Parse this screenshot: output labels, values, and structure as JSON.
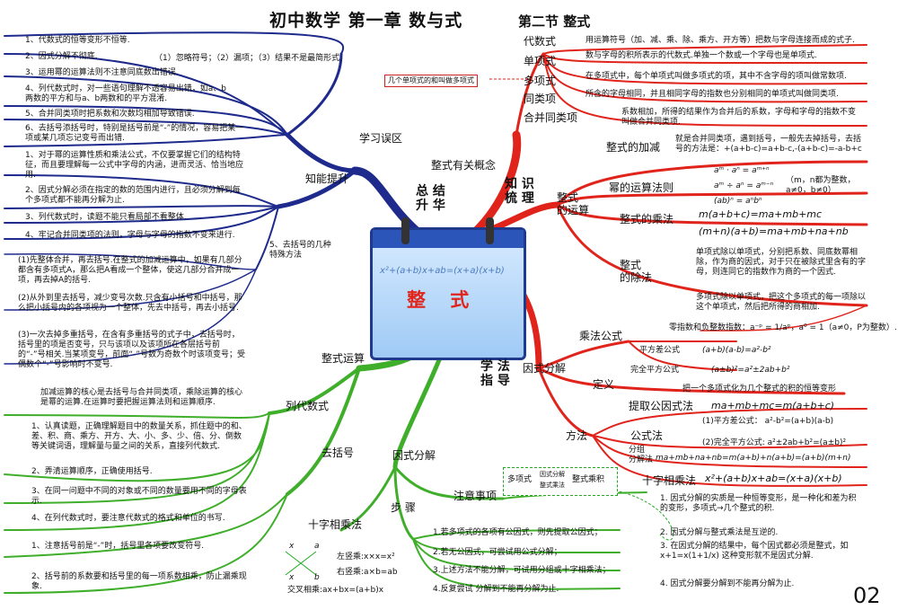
{
  "title": {
    "main": "初中数学   第一章   数与式",
    "sub": "第二节   整式"
  },
  "page_number": "02",
  "center": {
    "label": "整   式",
    "formula": "x²+(a+b)x+ab=(x+a)(x+b)"
  },
  "hubs": {
    "summary": "总 结\n升 华",
    "knowledge": "知 识\n梳 理",
    "method": "学 法\n指 导"
  },
  "colors": {
    "blue": "#1e2a8c",
    "red": "#e0241c",
    "green": "#3fae2a",
    "box_green": "#2a2"
  },
  "blue": {
    "study_errors": "学习误区",
    "errors": [
      "1、代数式的恒等变形不恒等.",
      "2、因式分解不彻底.",
      "（1）忽略符号；（2）漏项；（3）结果不是最简形式.",
      "3、运用幂的运算法则不注意同底数出错误.",
      "4、列代数式时，对一些语句理解不透容易出错，如a、b两数的平方和与a、b两数和的平方混淆.",
      "5、合并同类项时把系数和次数均相加导致错误.",
      "6、去括号添括号时，特别是括号前是“-”的情况，容易把某一项或某几项忘记变号而出错."
    ],
    "ability": "知能提升",
    "ability_items": [
      "1、对于幂的运算性质和乘法公式，不仅要掌握它们的结构特征，而且要理解每一公式中字母的内涵，进而灵活、恰当地应用.",
      "2、因式分解必须在指定的数的范围内进行，且必须分解到每个多项式都不能再分解为止.",
      "3、列代数式时，读题不能只看局部不看整体.",
      "4、牢记合并同类项的法则，字母与字母的指数不变来进行."
    ],
    "bracket_methods": "5、去括号的几种特殊方法",
    "bracket_items": [
      "(1)先整体合并，再去括号.在整式的加减运算中，如果有几部分都含有多项式A，那么把A看成一个整体，使这几部分合并成一项，再去掉A的括号.",
      "(2)从外到里去括号，减少变号次数.只含有小括号和中括号，那么把小括号内的各项视为一个整体，先去中括号，再去小括号.",
      "(3)一次去掉多重括号，在含有多重括号的式子中，去括号时，括号里的项是否变号，只与该项以及该项所在各层括号前的“-”号相关.当某项变号，前面“-”号数为奇数个时该项变号；受偶数个“-”号影响时不变号."
    ]
  },
  "red": {
    "concepts_title": "整式有关概念",
    "concepts": [
      {
        "name": "代数式",
        "desc": "用运算符号（加、减、乘、除、乘方、开方等）把数与字母连接而成的式子."
      },
      {
        "name": "单项式",
        "desc": "数与字母的积所表示的代数式.单独一个数或一个字母也是单项式."
      },
      {
        "name": "多项式",
        "desc": "在多项式中，每个单项式叫做多项式的项，其中不含字母的项叫做常数项."
      },
      {
        "name": "同类项",
        "desc": "所含的字母相同，并且相同字母的指数也分别相同的单项式叫做同类项."
      },
      {
        "name": "合并同类项",
        "desc": "系数相加，所得的结果作为合并后的系数，字母和字母的指数不变叫做合并同类项."
      }
    ],
    "note_box": "几个单项式的和叫做多项式",
    "ops_title": "整式\n的运算",
    "add_sub": "整式的加减",
    "add_sub_desc": "就是合并同类项，遇到括号，一般先去掉括号，去括号的方法是：+(a+b-c)=a+b-c,-(a+b-c)=-a-b+c",
    "power": "幂的运算法则",
    "power_rules": [
      "aᵐ · aⁿ = aᵐ⁺ⁿ",
      "aᵐ ÷ aⁿ = aᵐ⁻ⁿ",
      "(ab)ⁿ = aⁿbⁿ"
    ],
    "power_note": "（m，n都为整数，a≠0，b≠0）",
    "mult": "整式的乘法",
    "mult_rules": [
      "m(a+b+c)=ma+mb+mc",
      "(m+n)(a+b)=ma+mb+na+nb"
    ],
    "div": "整式\n的除法",
    "div_desc1": "单项式除以单项式，分别把系数、同底数幂相除，作为商的因式，对于只在被除式里含有的字母，则连同它的指数作为商的一个因式.",
    "div_desc2": "多项式除以单项式，把这个多项式的每一项除以这个单项式，然后把所得的商相加.",
    "zero_neg": "零指数和负整数指数：a⁻ᵖ = 1/aᵖ，a⁰ = 1（a≠0，P为整数）.",
    "mult_formula": "乘法公式",
    "sq_diff": "平方差公式",
    "sq_diff_f": "(a+b)(a-b)=a²-b²",
    "perfect_sq": "完全平方公式",
    "perfect_sq_f": "(a±b)²=a²±2ab+b²",
    "factor": "因式分解",
    "def": "定义",
    "def_desc": "把一个多项式化为几个整式的积的恒等变形",
    "method": "方法",
    "common_factor": "提取公因式法",
    "common_factor_f": "ma+mb+mc=m(a+b+c)",
    "formula_method": "公式法",
    "fm1": "(1)平方差公式：  a²-b²=(a+b)(a-b)",
    "fm2": "(2)完全平方公式: a²±2ab+b²=(a±b)²",
    "group": "分组\n分解法",
    "group_f": "ma+mb+na+nb=m(a+b)+n(a+b)=(a+b)(m+n)",
    "cross": "十字相乘法",
    "cross_f": "x²+(a+b)x+ab=(x+a)(x+b)"
  },
  "green": {
    "ops_title": "整式运算",
    "expr_title": "列代数式",
    "expr_core": "加减运算的核心是去括号与合并同类项，乘除运算的核心是幂的运算.在运算时要把握运算法则和运算顺序.",
    "expr_items": [
      "1、认真读题，正确理解题目中的数量关系，抓住题中的和、差、积、商、乘方、开方、大、小、多、少、倍、分、倒数等关键词语，理解量与量之间的关系，直接列代数式.",
      "2、弄清运算顺序，正确使用括号.",
      "3、在同一问题中不同的对象或不同的数量要用不同的字母表示.",
      "4、在列代数式时，要注意代数式的格式和单位的书写."
    ],
    "bracket": "去括号",
    "bracket_items": [
      "1、注意括号前是“-”时，括号里各项要改变符号.",
      "2、括号前的系数要和括号里的每一项系数相乘，防止漏乘现象."
    ],
    "cross": "十字相乘法",
    "cross_labels": {
      "x1": "x",
      "a": "a",
      "x2": "x",
      "b": "b"
    },
    "cross_left": "左竖乘:x×x=x²",
    "cross_right": "右竖乘:a×b=ab",
    "cross_mix": "交叉相乘:ax+bx=(a+b)x",
    "factor": "因式分解",
    "steps": "步  骤",
    "step_items": [
      "1.若多项式的各项有公因式，则先提取公因式；",
      "2.若无公因式，可尝试用公式分解；",
      "3.上述方法不能分解，可试用分组或十字相乘法；",
      "4.反复尝试 分解到不能再分解为止."
    ],
    "notes": "注意事项",
    "note_items": [
      "1. 因式分解的实质是一种恒等变形，是一种化和差为积的变形，多项式→几个整式的积.",
      "2. 因式分解与整式乘法是互逆的.",
      "3. 在因式分解的结果中，每个因式都必须是整式，如 x+1=x(1+1/x) 这种变形就不是因式分解.",
      "4. 因式分解要分解到不能再分解为止."
    ],
    "box_left": "多项式",
    "box_top": "因式分解",
    "box_bottom": "整式乘法",
    "box_right": "整式乘积"
  }
}
